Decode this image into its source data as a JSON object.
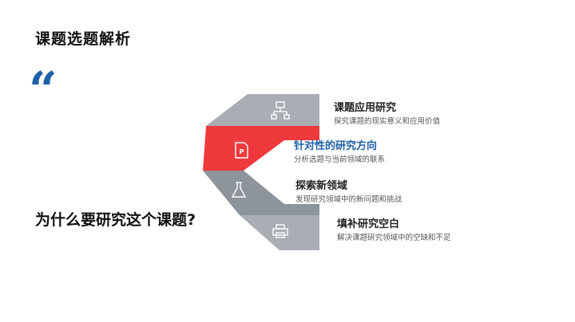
{
  "slide": {
    "title": "课题选题解析",
    "quote_glyph": "“",
    "question": "为什么要研究这个课题?"
  },
  "items": [
    {
      "title": "课题应用研究",
      "desc": "探究课题的现实意义和应用价值",
      "icon": "org-chart-icon"
    },
    {
      "title": "针对性的研究方向",
      "desc": "分析选题与当前领域的联系",
      "icon": "document-p-icon"
    },
    {
      "title": "探索新领域",
      "desc": "发现研究领域中的新问题和挑战",
      "icon": "flask-icon"
    },
    {
      "title": "填补研究空白",
      "desc": "解决课题研究领域中的空缺和不足",
      "icon": "printer-icon"
    }
  ],
  "colors": {
    "accent": "#1f5fa8",
    "highlight": "#f0393c",
    "gray_light": "#a9aeb4",
    "gray_mid": "#8e949b",
    "gray_dark": "#7a8189"
  }
}
